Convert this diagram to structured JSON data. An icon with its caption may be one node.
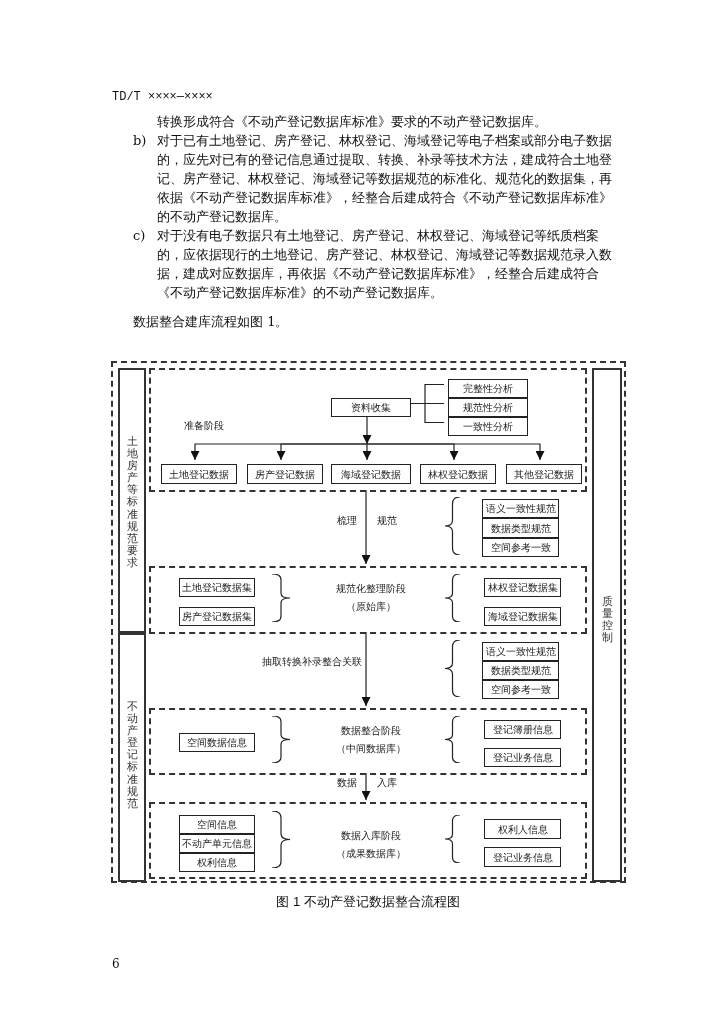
{
  "diagram": {
    "caption": "图 1 不动产登记数据整合流程图",
    "nodes": [
      {
        "text": [],
        "shape": "box"
      },
      {
        "text": [
          "土地房产等标准规范要求"
        ],
        "in": 0
      },
      {
        "text": [
          "不动产登记标准规范"
        ],
        "in": 0
      },
      {
        "text": [
          "质量控制"
        ],
        "in": 0
      },
      {
        "text": [
          "准备阶段"
        ],
        "in": 0
      },
      {
        "text": [
          "资料收集"
        ],
        "in": 4
      },
      {
        "text": [
          "完整性分析"
        ],
        "in": 4
      },
      {
        "text": [
          "规范性分析"
        ],
        "in": 4
      },
      {
        "text": [
          "一致性分析"
        ],
        "in": 4
      },
      {
        "text": [
          "土地登记数据"
        ],
        "in": 4
      },
      {
        "text": [
          "房产登记数据"
        ],
        "in": 4
      },
      {
        "text": [
          "海域登记数据"
        ],
        "in": 4
      },
      {
        "text": [
          "林权登记数据"
        ],
        "in": 4
      },
      {
        "text": [
          "其他登记数据"
        ],
        "in": 4
      },
      {
        "text": [
          "语义一致性规范"
        ],
        "in": 0
      },
      {
        "text": [
          "数据类型规范"
        ],
        "in": 0
      },
      {
        "text": [
          "空间参考一致"
        ],
        "in": 0
      },
      {
        "text": [
          "规范化整理阶段",
          "（原始库）"
        ],
        "in": 0
      },
      {
        "text": [
          "土地登记数据集"
        ],
        "in": 17
      },
      {
        "text": [
          "房产登记数据集"
        ],
        "in": 17
      },
      {
        "text": [
          "林权登记数据集"
        ],
        "in": 17
      },
      {
        "text": [
          "海域登记数据集"
        ],
        "in": 17
      },
      {
        "text": [
          "语义一致性规范"
        ],
        "in": 0
      },
      {
        "text": [
          "数据类型规范"
        ],
        "in": 0
      },
      {
        "text": [
          "空间参考一致"
        ],
        "in": 0
      },
      {
        "text": [
          "数据整合阶段",
          "（中间数据库）"
        ],
        "in": 0
      },
      {
        "text": [
          "空间数据信息"
        ],
        "in": 25
      },
      {
        "text": [
          "登记簿册信息"
        ],
        "in": 25
      },
      {
        "text": [
          "登记业务信息"
        ],
        "in": 25
      },
      {
        "text": [
          "数据入库阶段",
          "（成果数据库）"
        ],
        "in": 0
      },
      {
        "text": [
          "空间信息"
        ],
        "in": 29
      },
      {
        "text": [
          "不动产单元信息"
        ],
        "in": 29
      },
      {
        "text": [
          "权利信息"
        ],
        "in": 29
      },
      {
        "text": [
          "权利人信息"
        ],
        "in": 29
      },
      {
        "text": [
          "登记业务信息"
        ],
        "in": 29
      }
    ],
    "edges": [
      {
        "from": 5,
        "to": 6,
        "arrow": "none"
      },
      {
        "from": 5,
        "to": 7,
        "arrow": "none"
      },
      {
        "from": 5,
        "to": 8,
        "arrow": "none"
      },
      {
        "from": 5,
        "to": 9,
        "arrow": "to"
      },
      {
        "from": 5,
        "to": 10,
        "arrow": "to"
      },
      {
        "from": 5,
        "to": 11,
        "arrow": "to"
      },
      {
        "from": 5,
        "to": 12,
        "arrow": "to"
      },
      {
        "from": 5,
        "to": 13,
        "arrow": "to"
      },
      {
        "from": 4,
        "to": 17,
        "arrow": "to",
        "label": "梳理 规范"
      },
      {
        "from": 17,
        "to": 25,
        "arrow": "to",
        "label": "抽取转换补录整合关联"
      },
      {
        "from": 25,
        "to": 29,
        "arrow": "to",
        "label": "数据 入库"
      }
    ],
    "labels": [
      "TD/T ××××—××××",
      "转换形成符合《不动产登记数据库标准》要求的不动产登记数据库。",
      "b)",
      "对于已有土地登记、房产登记、林权登记、海域登记等电子档案或部分电子数据的，应先对已有的登记信息通过提取、转换、补录等技术方法，建成符合土地登记、房产登记、林权登记、海域登记等数据规范的标准化、规范化的数据集，再依据《不动产登记数据库标准》，经整合后建成符合《不动产登记数据库标准》的不动产登记数据库。",
      "c)",
      "对于没有电子数据只有土地登记、房产登记、林权登记、海域登记等纸质档案的，应依据现行的土地登记、房产登记、林权登记、海域登记等数据规范录入数据，建成对应数据库，再依据《不动产登记数据库标准》，经整合后建成符合《不动产登记数据库标准》的不动产登记数据库。",
      "数据整合建库流程如图 1。",
      "6"
    ]
  }
}
